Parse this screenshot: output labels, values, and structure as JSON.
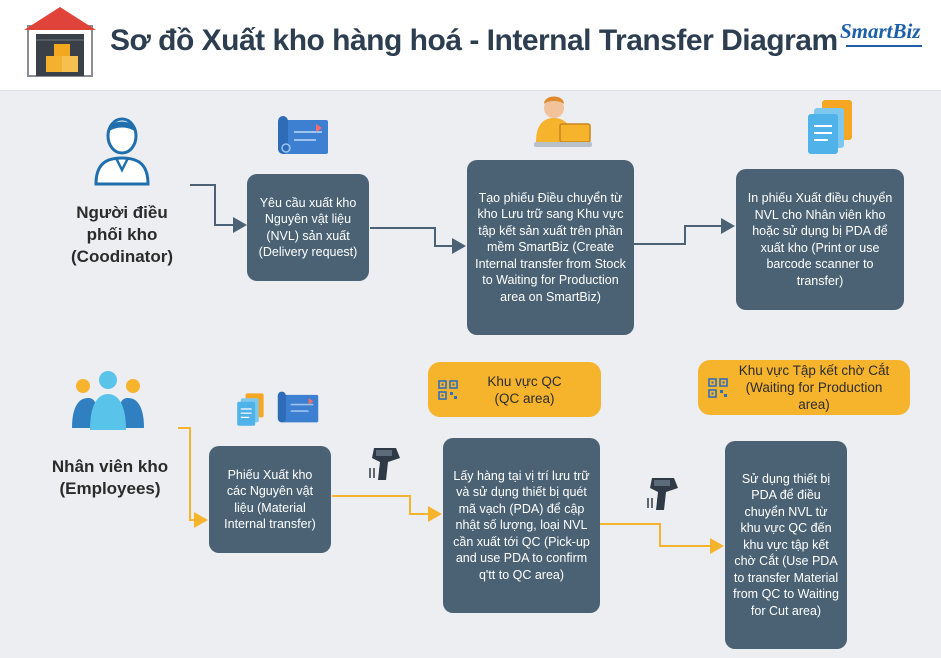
{
  "header": {
    "title": "Sơ đồ Xuất kho hàng hoá - Internal Transfer Diagram",
    "brand": "SmartBiz"
  },
  "actors": {
    "coordinator": "Người điều\nphối kho\n(Coodinator)",
    "employees": "Nhân viên kho\n(Employees)"
  },
  "boxes": {
    "request": "Yêu cầu xuất kho Nguyên vật liệu (NVL) sản xuất (Delivery request)",
    "create_transfer": "Tạo phiếu Điều chuyển từ kho Lưu trữ sang Khu vực tập kết sản xuất trên phần mềm SmartBiz (Create Internal transfer from Stock to Waiting for Production area on SmartBiz)",
    "print_transfer": "In phiếu Xuất điều chuyển NVL cho Nhân viên kho hoặc sử dụng bị PDA để xuất kho (Print or use  barcode scanner to transfer)",
    "material_slip": "Phiếu Xuất kho các Nguyên vật liệu  (Material Internal transfer)",
    "pickup": "Lấy hàng tại vị trí lưu trữ và sử dụng  thiết bị quét mã vạch (PDA) để cập nhật số lượng, loại NVL cần xuất tới QC (Pick-up and use PDA to confirm q'tt to QC area)",
    "move_to_cut": "Sử dụng thiết bị PDA để điều chuyển NVL từ khu vực QC đến khu vực tập kết chờ Cắt (Use PDA to transfer Material from QC to Waiting for Cut area)"
  },
  "pills": {
    "qc_area": "Khu vực QC\n(QC area)",
    "waiting_area": "Khu vực Tập kết chờ Cắt\n(Waiting for Production area)"
  },
  "colors": {
    "box": "#4a6273",
    "pill": "#f6b32c",
    "connector_top": "#4a6273",
    "connector_bottom": "#f6b32c"
  },
  "icons": [
    "warehouse-icon",
    "coordinator-person-icon",
    "employees-group-icon",
    "blueprint-icon",
    "staff-laptop-icon",
    "document-stack-icon",
    "qr-code-icon",
    "barcode-scanner-icon"
  ]
}
